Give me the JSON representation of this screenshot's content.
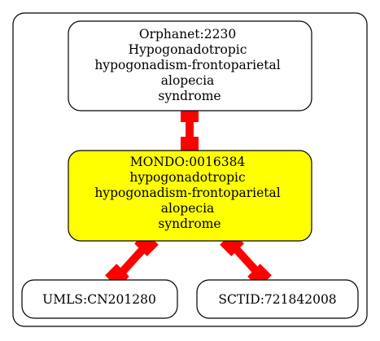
{
  "graph": {
    "nodes": [
      {
        "id": "orphanet",
        "lines": [
          "Orphanet:2230",
          "Hypogonadotropic",
          "hypogonadism-frontoparietal",
          "alopecia",
          "syndrome"
        ],
        "fill": "#ffffff",
        "stroke": "#000000"
      },
      {
        "id": "mondo",
        "lines": [
          "MONDO:0016384",
          "hypogonadotropic",
          "hypogonadism-frontoparietal",
          "alopecia",
          "syndrome"
        ],
        "fill": "#ffff00",
        "stroke": "#000000"
      },
      {
        "id": "umls",
        "lines": [
          "UMLS:CN201280"
        ],
        "fill": "#ffffff",
        "stroke": "#000000"
      },
      {
        "id": "sctid",
        "lines": [
          "SCTID:721842008"
        ],
        "fill": "#ffffff",
        "stroke": "#000000"
      }
    ],
    "edges": [
      {
        "from": "orphanet",
        "to": "mondo",
        "color": "#ff0000"
      },
      {
        "from": "mondo",
        "to": "umls",
        "color": "#ff0000"
      },
      {
        "from": "mondo",
        "to": "sctid",
        "color": "#ff0000"
      }
    ],
    "cluster": {
      "stroke": "#000000",
      "fill": "#ffffff"
    }
  }
}
